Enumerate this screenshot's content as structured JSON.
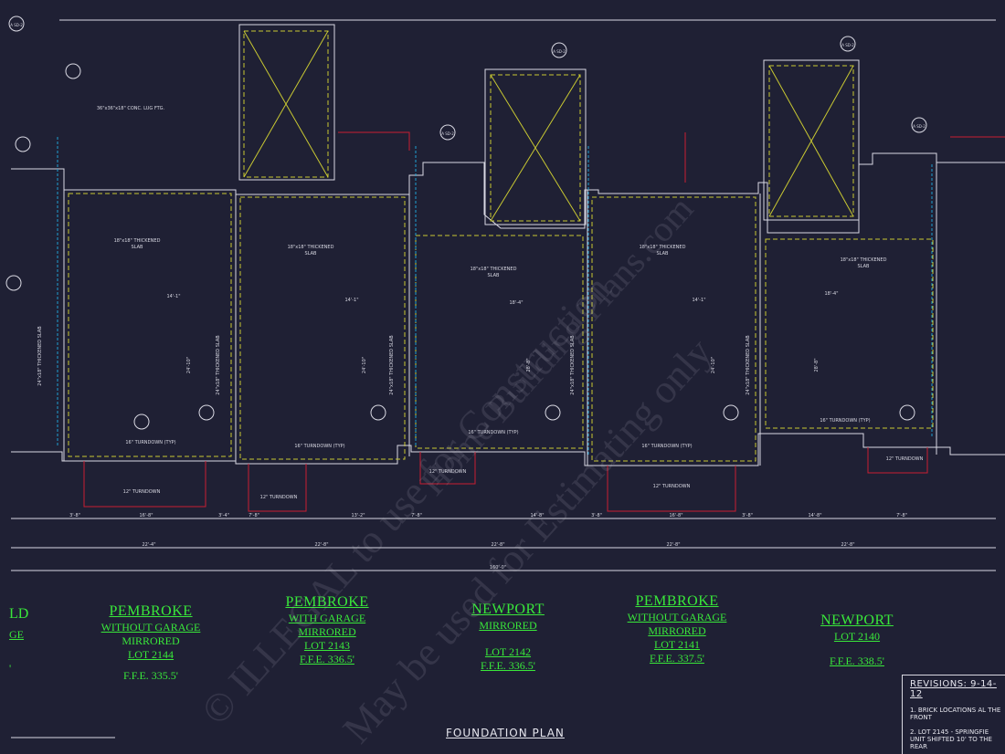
{
  "drawing": {
    "title": "FOUNDATION PLAN",
    "overall_dimension": "160'-0\"",
    "colors": {
      "background": "#1f2034",
      "lines": "#d9d9e3",
      "labels": "#39e83a",
      "slab": "#c8c832",
      "wall": "#c81e32",
      "cyan": "#1fa0d2"
    }
  },
  "left_fragment": {
    "name": "LD",
    "line1": "GE",
    "line2": "'"
  },
  "units": [
    {
      "name": "PEMBROKE",
      "lines": [
        "WITHOUT GARAGE",
        "MIRRORED",
        "LOT 2144",
        "F.F.E. 335.5'"
      ]
    },
    {
      "name": "PEMBROKE",
      "lines": [
        "WITH GARAGE",
        "MIRRORED",
        "LOT 2143",
        "F.F.E. 336.5'"
      ]
    },
    {
      "name": "NEWPORT",
      "lines": [
        "MIRRORED",
        "LOT 2142",
        "F.F.E. 336.5'"
      ]
    },
    {
      "name": "PEMBROKE",
      "lines": [
        "WITHOUT GARAGE",
        "MIRRORED",
        "LOT 2141",
        "F.F.E. 337.5'"
      ]
    },
    {
      "name": "NEWPORT",
      "lines": [
        "LOT 2140",
        "F.F.E. 338.5'"
      ]
    }
  ],
  "revisions": {
    "heading": "REVISIONS: 9-14-12",
    "item1": "1. BRICK LOCATIONS AL THE FRONT",
    "item2": "2. LOT 2145 - SPRINGFIE UNIT SHIFTED 10' TO THE REAR"
  },
  "watermarks": [
    "© ILLEGAL to use for Construction",
    "May be used for Estimating only",
    "Home Building Plans.com"
  ],
  "dimensions": {
    "unit_widths": [
      "22'-4\"",
      "22'-8\"",
      "22'-8\"",
      "22'-8\"",
      "22'-8\""
    ],
    "slab_notes": [
      "18\"x18\" THICKENED SLAB",
      "18\"x18\" THICKENED SLAB",
      "18\"x18\" THICKENED SLAB",
      "18\"x18\" THICKENED SLAB",
      "18\"x18\" THICKENED SLAB"
    ],
    "wall_notes": [
      "24\"x18\" THICKENED SLAB",
      "24\"x18\" THICKENED SLAB",
      "24\"x18\" THICKENED SLAB",
      "24\"x18\" THICKENED SLAB",
      "24\"x18\" THICKENED SLAB"
    ],
    "turndown": "16\" TURNDOWN (TYP)",
    "footing": "36\"x36\"x18\" CONC. LUG FTG.",
    "inner_dims": [
      "14'-1\"",
      "14'-1\"",
      "18'-4\"",
      "14'-1\"",
      "18'-4\""
    ],
    "depth_dims": [
      "24'-10\"",
      "24'-10\"",
      "28'-8\"",
      "24'-10\"",
      "28'-8\""
    ],
    "bottom_dims": [
      "3'-8\"",
      "16'-8\"",
      "3'-4\"",
      "7'-8\"",
      "13'-2\"",
      "7'-8\"",
      "14'-8\"",
      "3'-8\"",
      "16'-8\"",
      "3'-8\"",
      "14'-8\"",
      "7'-8\""
    ],
    "turndown_small": [
      "12\" TURNDOWN",
      "12\" TURNDOWN",
      "12\" TURNDOWN",
      "12\" TURNDOWN",
      "12\" TURNDOWN"
    ],
    "section_tags": [
      "A SD-2",
      "A SD-2",
      "A SD-2",
      "A SD-2",
      "A SD-2"
    ]
  }
}
